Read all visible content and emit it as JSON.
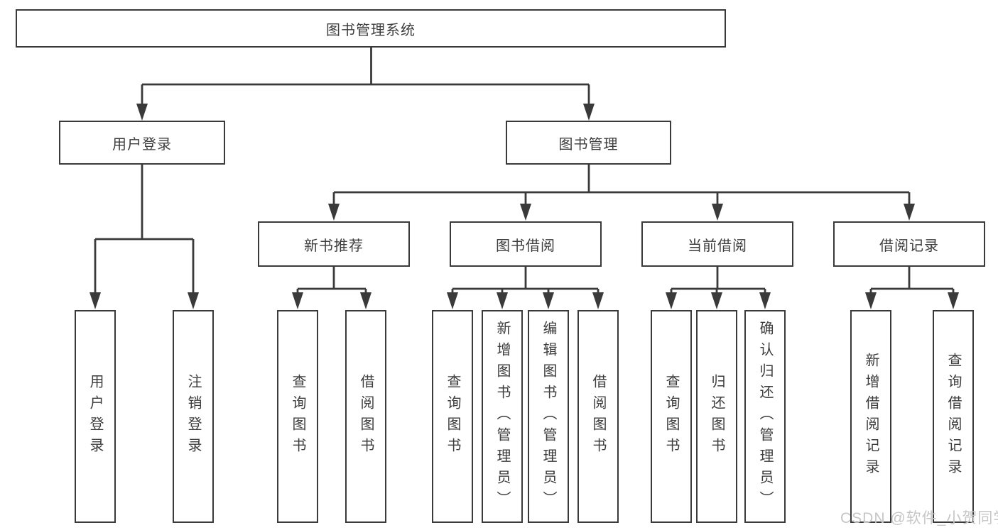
{
  "diagram": {
    "type": "hierarchy-tree",
    "tree": {
      "root": {
        "label": "图书管理系统"
      },
      "children": [
        {
          "label": "用户登录",
          "children": [
            {
              "label": "用户登录"
            },
            {
              "label": "注销登录"
            }
          ]
        },
        {
          "label": "图书管理",
          "children": [
            {
              "label": "新书推荐",
              "children": [
                {
                  "label": "查询图书"
                },
                {
                  "label": "借阅图书"
                }
              ]
            },
            {
              "label": "图书借阅",
              "children": [
                {
                  "label": "查询图书"
                },
                {
                  "label": "新增图书（管理员）"
                },
                {
                  "label": "编辑图书（管理员）"
                },
                {
                  "label": "借阅图书"
                }
              ]
            },
            {
              "label": "当前借阅",
              "children": [
                {
                  "label": "查询图书"
                },
                {
                  "label": "归还图书"
                },
                {
                  "label": "确认归还（管理员）"
                }
              ]
            },
            {
              "label": "借阅记录",
              "children": [
                {
                  "label": "新增借阅记录"
                },
                {
                  "label": "查询借阅记录"
                }
              ]
            }
          ]
        }
      ]
    }
  },
  "watermark": {
    "text": "CSDN @软件_小贺同学"
  },
  "colors": {
    "line": "#3a3a3a",
    "text": "#3d3d3d",
    "watermark": "#c6c6c6",
    "background": "#ffffff"
  }
}
